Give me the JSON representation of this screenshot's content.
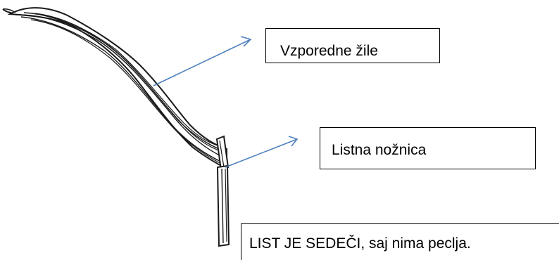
{
  "labels": {
    "parallel_veins": "Vzporedne žile",
    "leaf_sheath": "Listna nožnica",
    "note": "LIST JE SEDEČI, saj nima peclja."
  },
  "colors": {
    "arrow": "#4f81bd",
    "ink": "#1a1a1a",
    "box_border": "#000000"
  },
  "icons": [
    "leaf-drawing",
    "arrow-to-veins",
    "arrow-to-sheath"
  ]
}
